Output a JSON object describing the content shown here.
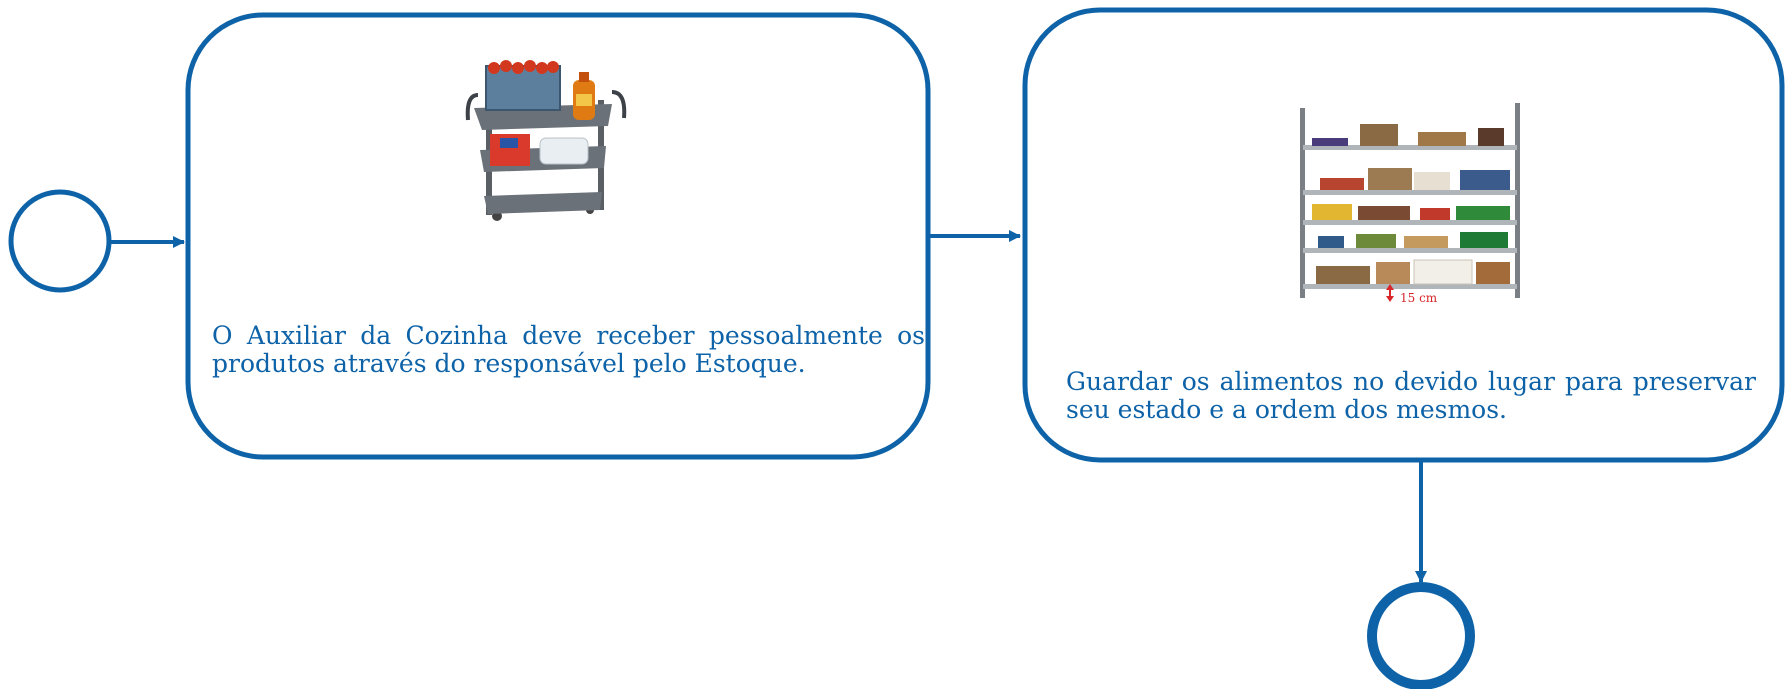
{
  "colors": {
    "stroke": "#0e63a8",
    "text": "#0e63a8",
    "background": "#ffffff"
  },
  "diagram": {
    "start_event": {
      "icon": "start-circle"
    },
    "end_event": {
      "icon": "end-circle"
    },
    "tasks": [
      {
        "id": "receive-products",
        "text": "O Auxiliar da Cozinha deve  receber pessoalmente os produtos através do responsável pelo Estoque.",
        "image": "serving-cart-icon"
      },
      {
        "id": "store-food",
        "text": "Guardar os alimentos no  devido lugar  para preservar seu  estado e a ordem dos mesmos.",
        "image": "storage-shelf-icon",
        "image_label": "15 cm"
      }
    ]
  }
}
